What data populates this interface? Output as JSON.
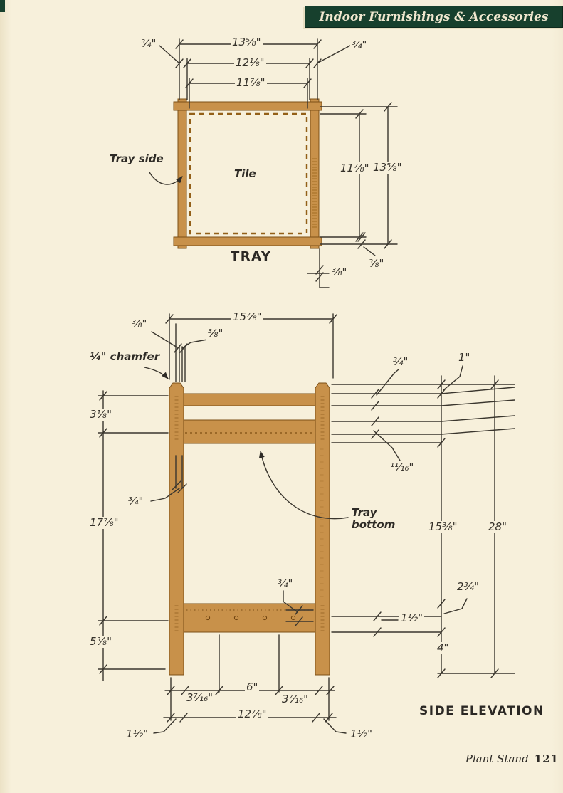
{
  "header": {
    "title": "Indoor Furnishings & Accessories"
  },
  "tray": {
    "caption": "TRAY",
    "labels": {
      "tile": "Tile",
      "tray_side": "Tray side",
      "dim_top_left_34": "³⁄₄\"",
      "dim_top_width": "13⁵⁄₈\"",
      "dim_top_right_34": "³⁄₄\"",
      "dim_mid_width": "12¹⁄₈\"",
      "dim_inner_width": "11⁷⁄₈\"",
      "dim_right_inner": "11⁷⁄₈\"",
      "dim_right_outer": "13⁵⁄₈\"",
      "dim_groove_a": "³⁄₈\"",
      "dim_groove_b": "³⁄₈\""
    }
  },
  "elevation": {
    "caption": "SIDE ELEVATION",
    "labels": {
      "dim_top_width": "15⁷⁄₈\"",
      "dim_38_a": "³⁄₈\"",
      "dim_38_b": "³⁄₈\"",
      "chamfer": "¹⁄₄\" chamfer",
      "dim_34_rail": "³⁄₄\"",
      "dim_1": "1\"",
      "dim_318": "3¹⁄₈\"",
      "dim_1116": "¹¹⁄₁₆\"",
      "dim_34_leg": "³⁄₄\"",
      "dim_1778": "17⁷⁄₈\"",
      "tray_bottom": "Tray bottom",
      "dim_1538": "15³⁄₈\"",
      "dim_28": "28\"",
      "dim_234": "2³⁄₄\"",
      "dim_112_right": "1¹⁄₂\"",
      "dim_4": "4\"",
      "dim_34_stretcher": "³⁄₄\"",
      "dim_538": "5³⁄₈\"",
      "dim_3716_left": "3⁷⁄₁₆\"",
      "dim_6": "6\"",
      "dim_3716_right": "3⁷⁄₁₆\"",
      "dim_1278": "12⁷⁄₈\"",
      "dim_112_bottom_left": "1¹⁄₂\"",
      "dim_112_bottom_right": "1¹⁄₂\""
    }
  },
  "footer": {
    "book": "Plant Stand",
    "page_number": "121"
  },
  "colors": {
    "wood": "#c8914a",
    "wood_edge": "#7c4f16",
    "line": "#3a362e",
    "banner_green": "#17402d",
    "page_bg": "#f7f0db"
  }
}
